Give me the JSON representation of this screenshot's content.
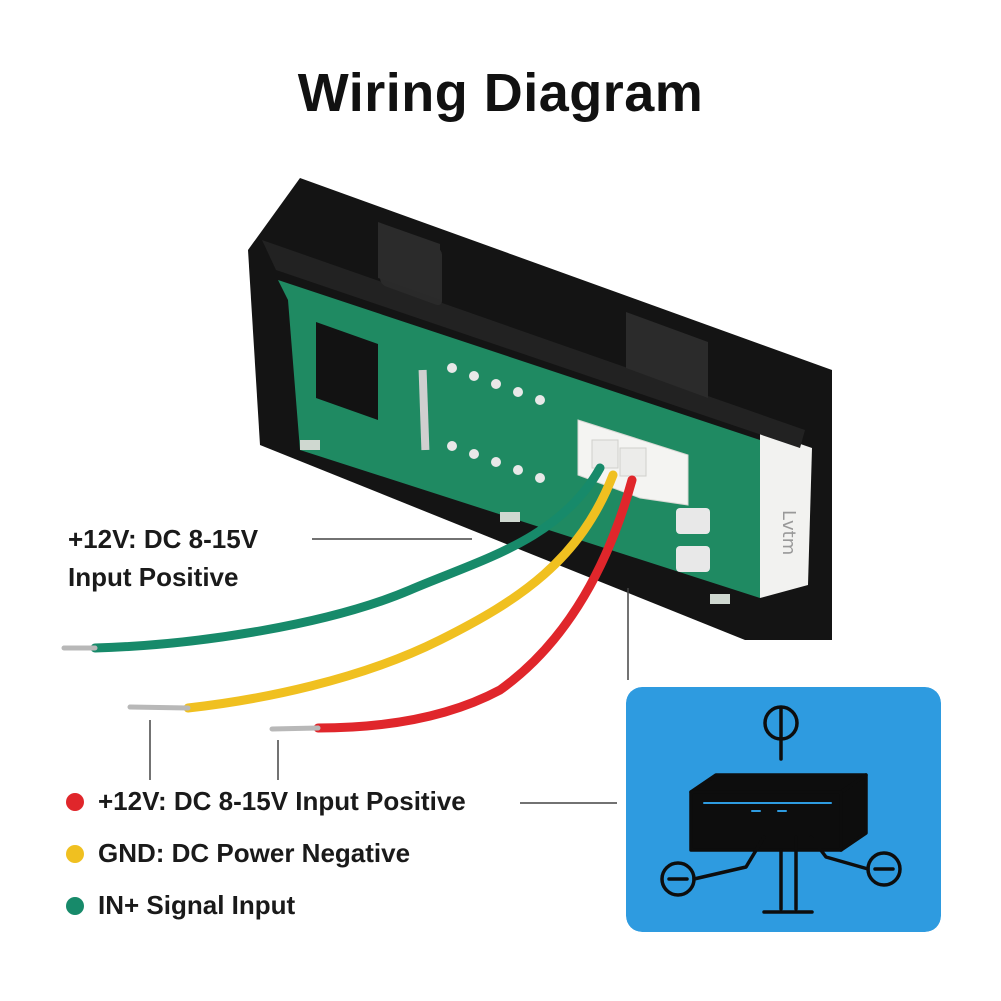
{
  "title": "Wiring Diagram",
  "callout": {
    "line1": "+12V: DC 8-15V",
    "line2": "Input Positive"
  },
  "legend": [
    {
      "label": "+12V: DC 8-15V Input Positive",
      "color": "#e0262b"
    },
    {
      "label": "GND: DC Power Negative",
      "color": "#f0c020"
    },
    {
      "label": "IN+ Signal Input",
      "color": "#178a6a"
    }
  ],
  "wires": {
    "green": "#178a6a",
    "yellow": "#f0c020",
    "red": "#e0262b"
  },
  "colors": {
    "schematic_bg": "#2e9be0",
    "schematic_ink": "#0d0d0d",
    "frame": "#141414",
    "pcb": "#1f8a62",
    "connector": "#f4f4f2"
  },
  "icons": [
    "positive-terminal-icon",
    "negative-terminal-icon",
    "meter-schematic-icon"
  ]
}
